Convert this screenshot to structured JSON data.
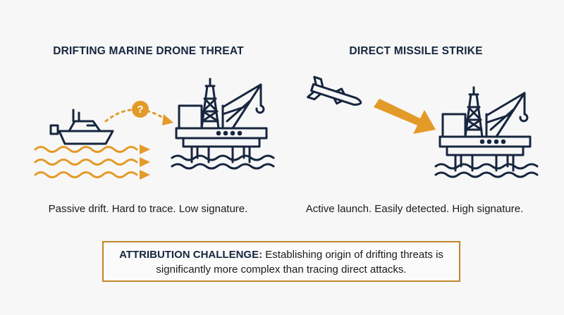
{
  "left_panel": {
    "title": "DRIFTING MARINE DRONE THREAT",
    "caption": "Passive drift. Hard to trace. Low signature.",
    "question_mark": "?"
  },
  "right_panel": {
    "title": "DIRECT MISSILE STRIKE",
    "caption": "Active launch. Easily detected. High signature."
  },
  "callout": {
    "label": "ATTRIBUTION CHALLENGE:",
    "text_line1": "Establishing origin of drifting threats is",
    "text_line2": "significantly more complex than tracing direct attacks."
  },
  "colors": {
    "navy": "#17263f",
    "orange": "#e39a28",
    "border": "#c08628"
  },
  "icons": [
    "boat-icon",
    "question-icon",
    "oil-rig-icon",
    "missile-icon",
    "strike-arrow-icon",
    "wave-arrows-icon"
  ]
}
